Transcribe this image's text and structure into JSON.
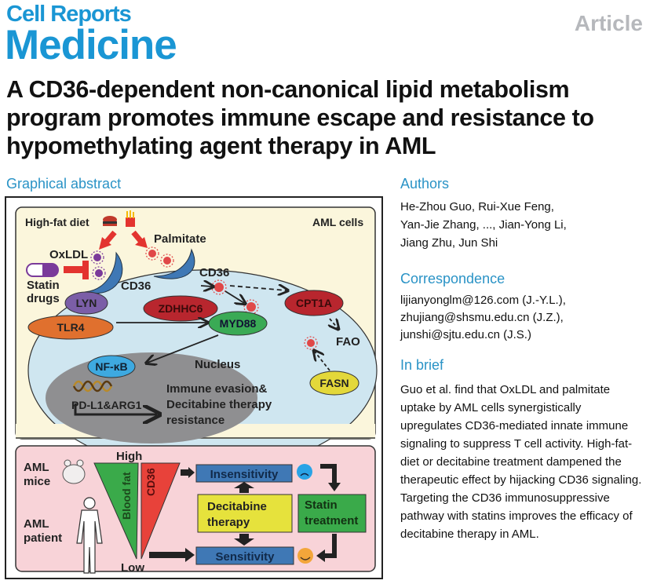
{
  "journal": {
    "line1": "Cell Reports",
    "line2": "Medicine",
    "article_type": "Article"
  },
  "title": "A CD36-dependent non-canonical lipid metabolism program promotes immune escape and resistance to hypomethylating agent therapy in AML",
  "sections": {
    "graphical_abstract": "Graphical abstract",
    "authors_heading": "Authors",
    "correspondence_heading": "Correspondence",
    "in_brief_heading": "In brief"
  },
  "authors": [
    "He-Zhou Guo, Rui-Xue Feng,",
    "Yan-Jie Zhang, ..., Jian-Yong Li,",
    "Jiang Zhu, Jun Shi"
  ],
  "correspondence": [
    "lijianyonglm@126.com (J.-Y.L.),",
    "zhujiang@shsmu.edu.cn (J.Z.),",
    "junshi@sjtu.edu.cn (J.S.)"
  ],
  "in_brief": "Guo et al. find that OxLDL and palmitate uptake by AML cells synergistically upregulates CD36-mediated innate immune signaling to suppress T cell activity. High-fat-diet or decitabine treatment dampened the therapeutic effect by hijacking CD36 signaling. Targeting the CD36 immunosuppressive pathway with statins improves the efficacy of decitabine therapy in AML.",
  "graphic": {
    "top": {
      "high_fat_diet": "High-fat diet",
      "aml_cells": "AML cells",
      "palmitate": "Palmitate",
      "oxldl": "OxLDL",
      "statin1": "Statin",
      "statin2": "drugs",
      "cd36_left": "CD36",
      "cd36_right": "CD36",
      "lyn": "LYN",
      "tlr4": "TLR4",
      "zdhhc6": "ZDHHC6",
      "myd88": "MYD88",
      "cpt1a": "CPT1A",
      "fao": "FAO",
      "fasn": "FASN",
      "nfkb": "NF-κB",
      "nucleus": "Nucleus",
      "pdl1": "PD-L1&ARG1",
      "outcome1": "Immune evasion&",
      "outcome2": "Decitabine therapy",
      "outcome3": "resistance"
    },
    "bottom": {
      "aml_mice1": "AML",
      "aml_mice2": "mice",
      "aml_patient1": "AML",
      "aml_patient2": "patient",
      "high": "High",
      "low": "Low",
      "blood_fat": "Blood fat",
      "cd36": "CD36",
      "insensitivity": "Insensitivity",
      "sensitivity": "Sensitivity",
      "decitabine1": "Decitabine",
      "decitabine2": "therapy",
      "statin1": "Statin",
      "statin2": "treatment"
    }
  },
  "colors": {
    "brand": "#1a96d4",
    "section": "#2a93c6",
    "article_gray": "#b6b8bc"
  }
}
